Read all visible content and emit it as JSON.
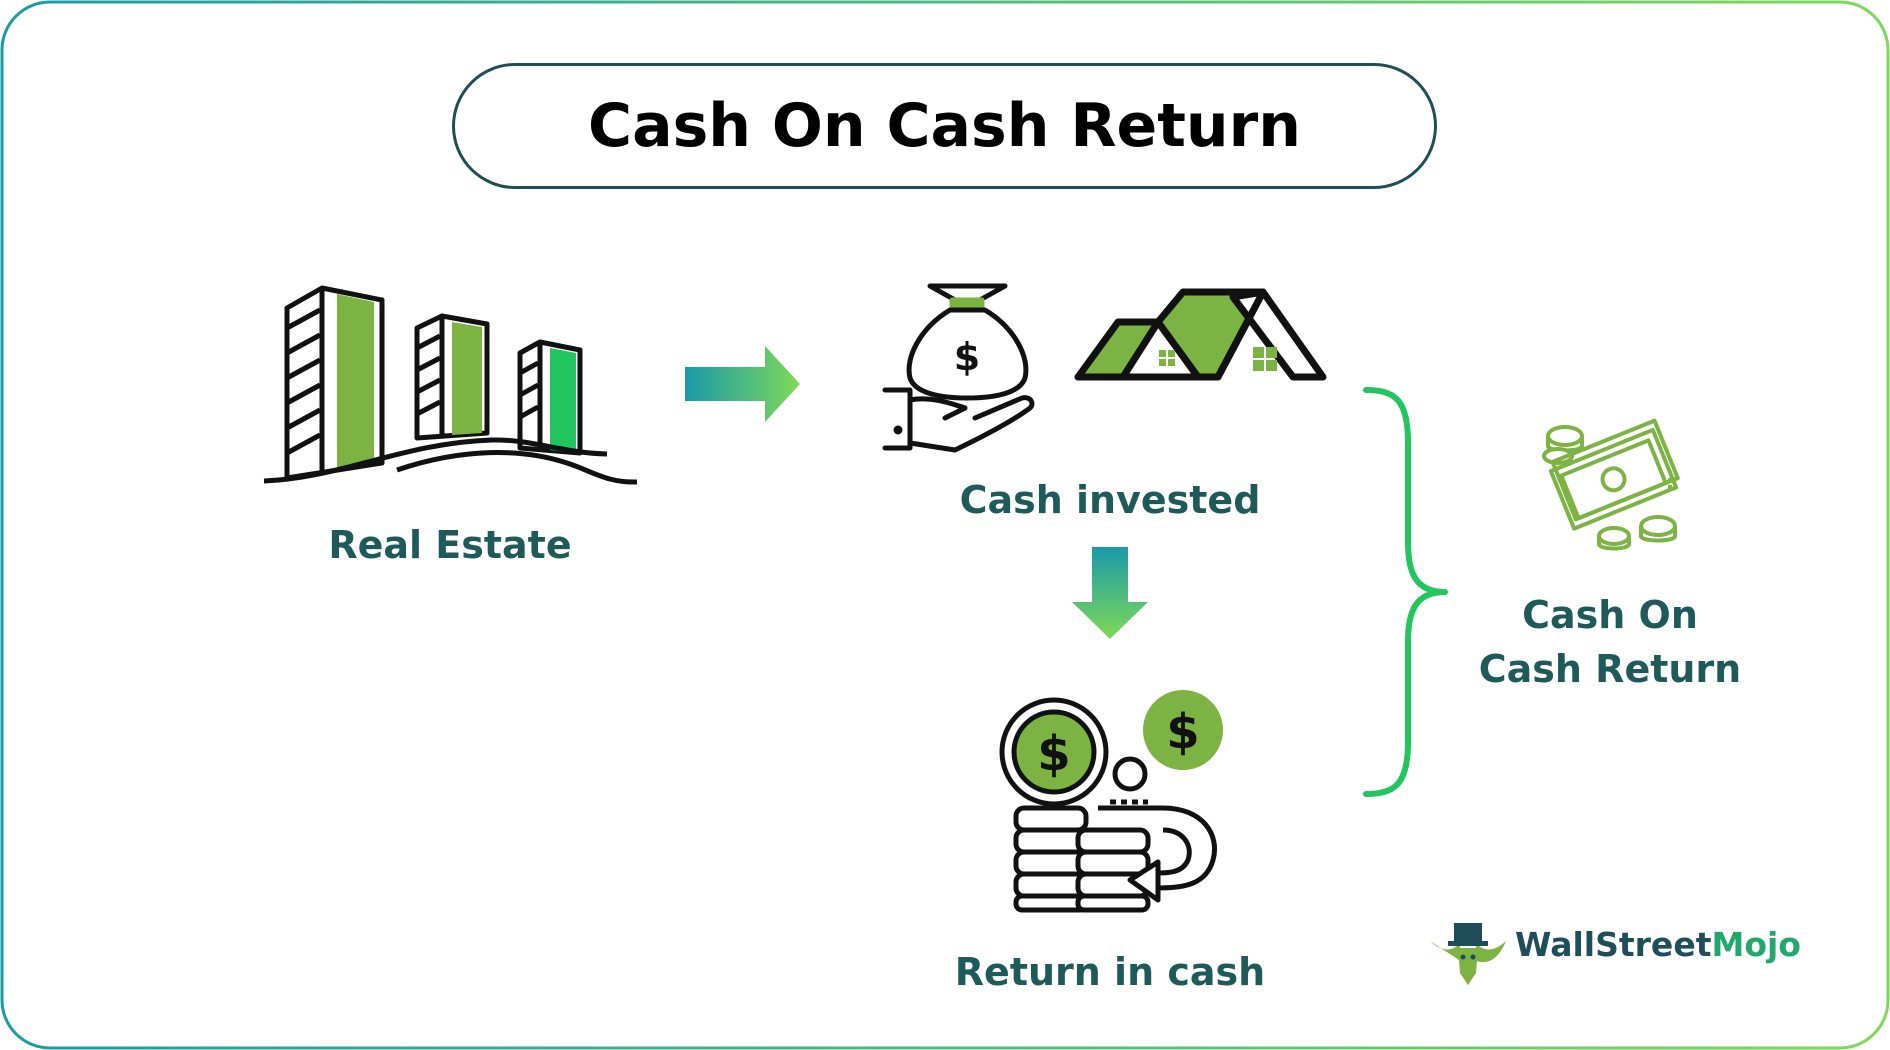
{
  "title": "Cash On Cash Return",
  "nodes": {
    "real_estate": "Real Estate",
    "cash_invested": "Cash invested",
    "return_in_cash": "Return in cash",
    "result_line1": "Cash On",
    "result_line2": "Cash Return"
  },
  "icons": {
    "buildings": "buildings-icon",
    "money_bag_hand": "money-bag-hand-icon",
    "house_roof": "house-roof-icon",
    "coins_stack": "coin-stack-return-icon",
    "money_bills": "money-bills-icon",
    "arrow_right": "arrow-right-icon",
    "arrow_down": "arrow-down-icon",
    "brace": "curly-brace-icon",
    "logo": "wallstreetmojo-logo"
  },
  "brand": {
    "part1": "WallStreet",
    "part2": "Mojo"
  },
  "colors": {
    "frame_start": "#1a9aa8",
    "frame_end": "#7ed957",
    "label": "#1f5a5b",
    "accent_green": "#7cb342",
    "bright_green": "#22c55e",
    "title_border": "#1f4e5a",
    "arrow_start": "#1a9aa8",
    "arrow_end": "#7ed957",
    "brand_dark": "#1f4e5a",
    "brand_accent": "#22a86a"
  }
}
